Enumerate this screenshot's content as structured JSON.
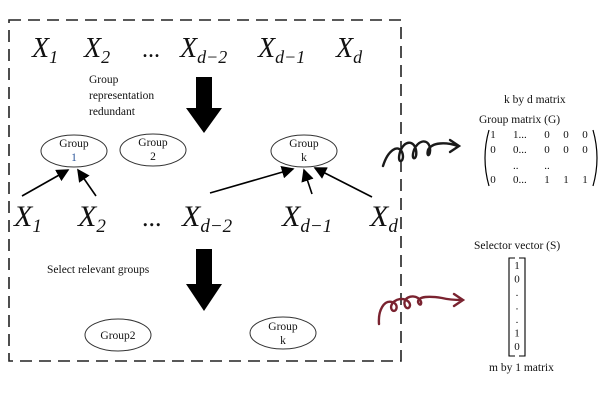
{
  "top_vars": {
    "x1": {
      "sym": "X",
      "sub": "1"
    },
    "x2": {
      "sym": "X",
      "sub": "2"
    },
    "dots": "...",
    "xd2": {
      "sym": "X",
      "sub": "d−2"
    },
    "xd1": {
      "sym": "X",
      "sub": "d−1"
    },
    "xd": {
      "sym": "X",
      "sub": "d"
    }
  },
  "bottom_vars": {
    "x1": {
      "sym": "X",
      "sub": "1"
    },
    "x2": {
      "sym": "X",
      "sub": "2"
    },
    "dots": "...",
    "xd2": {
      "sym": "X",
      "sub": "d−2"
    },
    "xd1": {
      "sym": "X",
      "sub": "d−1"
    },
    "xd": {
      "sym": "X",
      "sub": "d"
    }
  },
  "step1_label": [
    "Group",
    "representation",
    "redundant"
  ],
  "groups_row1": [
    {
      "line1": "Group",
      "line2": "1"
    },
    {
      "line1": "Group",
      "line2": "2"
    },
    {
      "line1": "Group",
      "line2": "k"
    }
  ],
  "step2_label": "Select relevant groups",
  "groups_row2": [
    {
      "line1": "Group2",
      "line2": ""
    },
    {
      "line1": "Group",
      "line2": "k"
    }
  ],
  "group_matrix": {
    "dims_caption": "k by d matrix",
    "title": "Group matrix (G)",
    "rows": [
      [
        "1",
        "1...",
        "0",
        "0",
        "0"
      ],
      [
        "0",
        "0...",
        "0",
        "0",
        "0"
      ],
      [
        "",
        "..",
        "..",
        "",
        ""
      ],
      [
        "0",
        "0...",
        "1",
        "1",
        "1"
      ]
    ]
  },
  "selector": {
    "title": "Selector vector (S)",
    "values": [
      "1",
      "0",
      ".",
      ".",
      ".",
      "1",
      "0"
    ],
    "dims_caption": "m by 1 matrix"
  },
  "colors": {
    "frame": "#222222",
    "squiggle1": "#1a1a1a",
    "squiggle2": "#7a2330"
  }
}
